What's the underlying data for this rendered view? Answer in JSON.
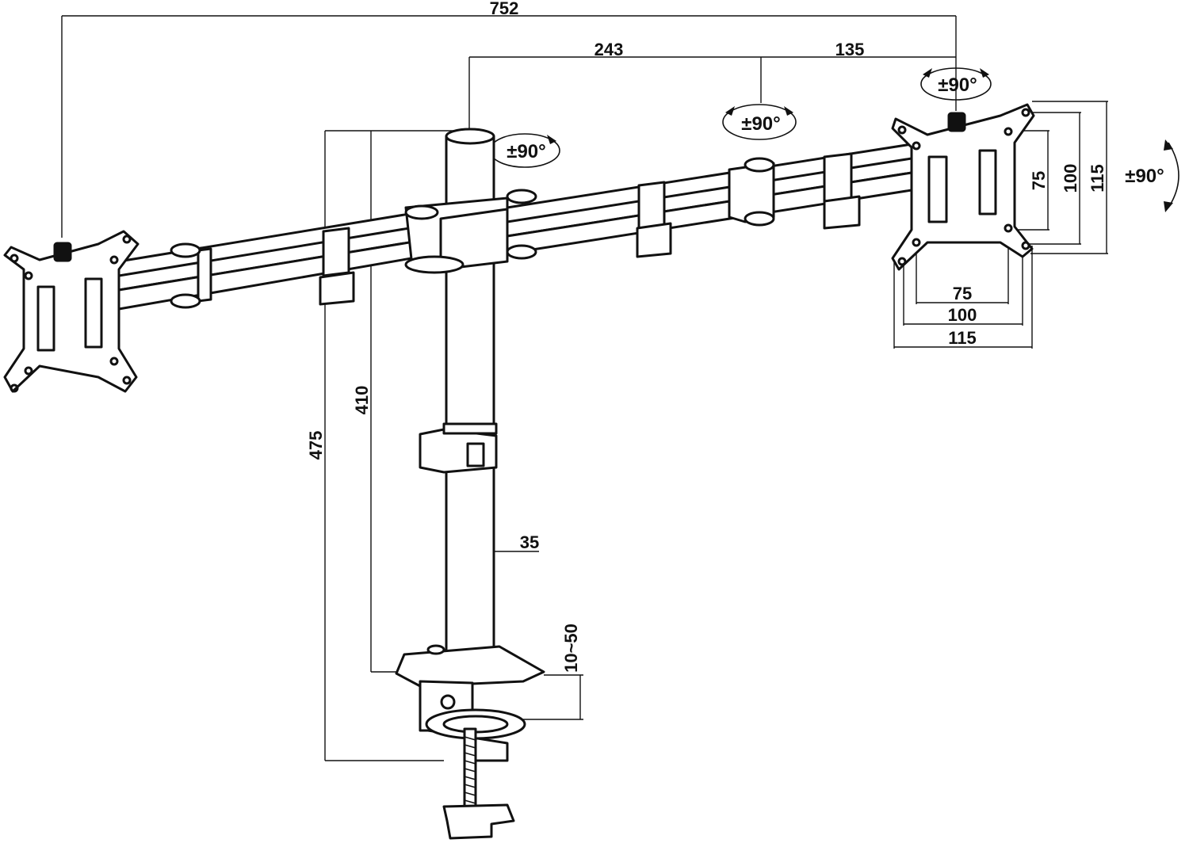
{
  "dimensions": {
    "total_width": "752",
    "arm_segment_1": "243",
    "arm_segment_2": "135",
    "vesa_w_75": "75",
    "vesa_w_100": "100",
    "vesa_w_115": "115",
    "vesa_h_75": "75",
    "vesa_h_100": "100",
    "vesa_h_115": "115",
    "total_height": "475",
    "pole_height": "410",
    "pole_diameter": "35",
    "clamp_range": "10~50"
  },
  "rotations": {
    "pole_swivel": "±90°",
    "arm_joint": "±90°",
    "head_tilt": "±90°",
    "screen_rotation": "±90°"
  },
  "colors": {
    "ink": "#111111",
    "paper": "#ffffff"
  }
}
